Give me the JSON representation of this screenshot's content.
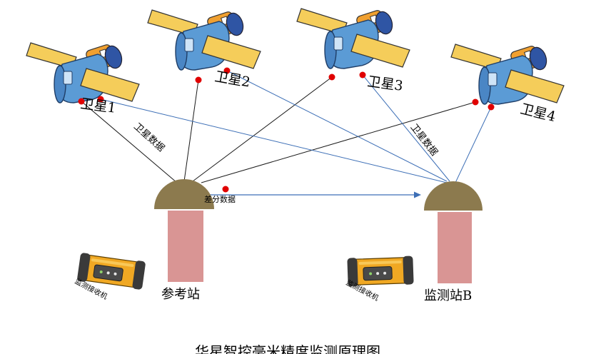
{
  "diagram": {
    "satellites": [
      {
        "id": "s1",
        "label": "卫星1"
      },
      {
        "id": "s2",
        "label": "卫星2"
      },
      {
        "id": "s3",
        "label": "卫星3"
      },
      {
        "id": "s4",
        "label": "卫星4"
      }
    ],
    "stations": {
      "reference": {
        "label": "参考站"
      },
      "monitor": {
        "label": "监测站B"
      }
    },
    "receiver_label": "监测接收机",
    "link_labels": {
      "satellite_data_left": "卫星数据",
      "satellite_data_right": "卫星数据",
      "differential_data": "差分数据"
    },
    "title": "华星智控毫米精度监测原理图",
    "colors": {
      "line_black": "#1a1a1a",
      "line_blue": "#3d6fb6",
      "dot_red": "#e00000",
      "dome": "#8c7a4e",
      "pillar": "#d99594",
      "panel_yellow": "#f5cd5a",
      "body_blue": "#5b9bd5",
      "body_orange": "#f0a030",
      "receiver_yellow": "#f0a823",
      "receiver_dark": "#3a3a3a"
    }
  }
}
